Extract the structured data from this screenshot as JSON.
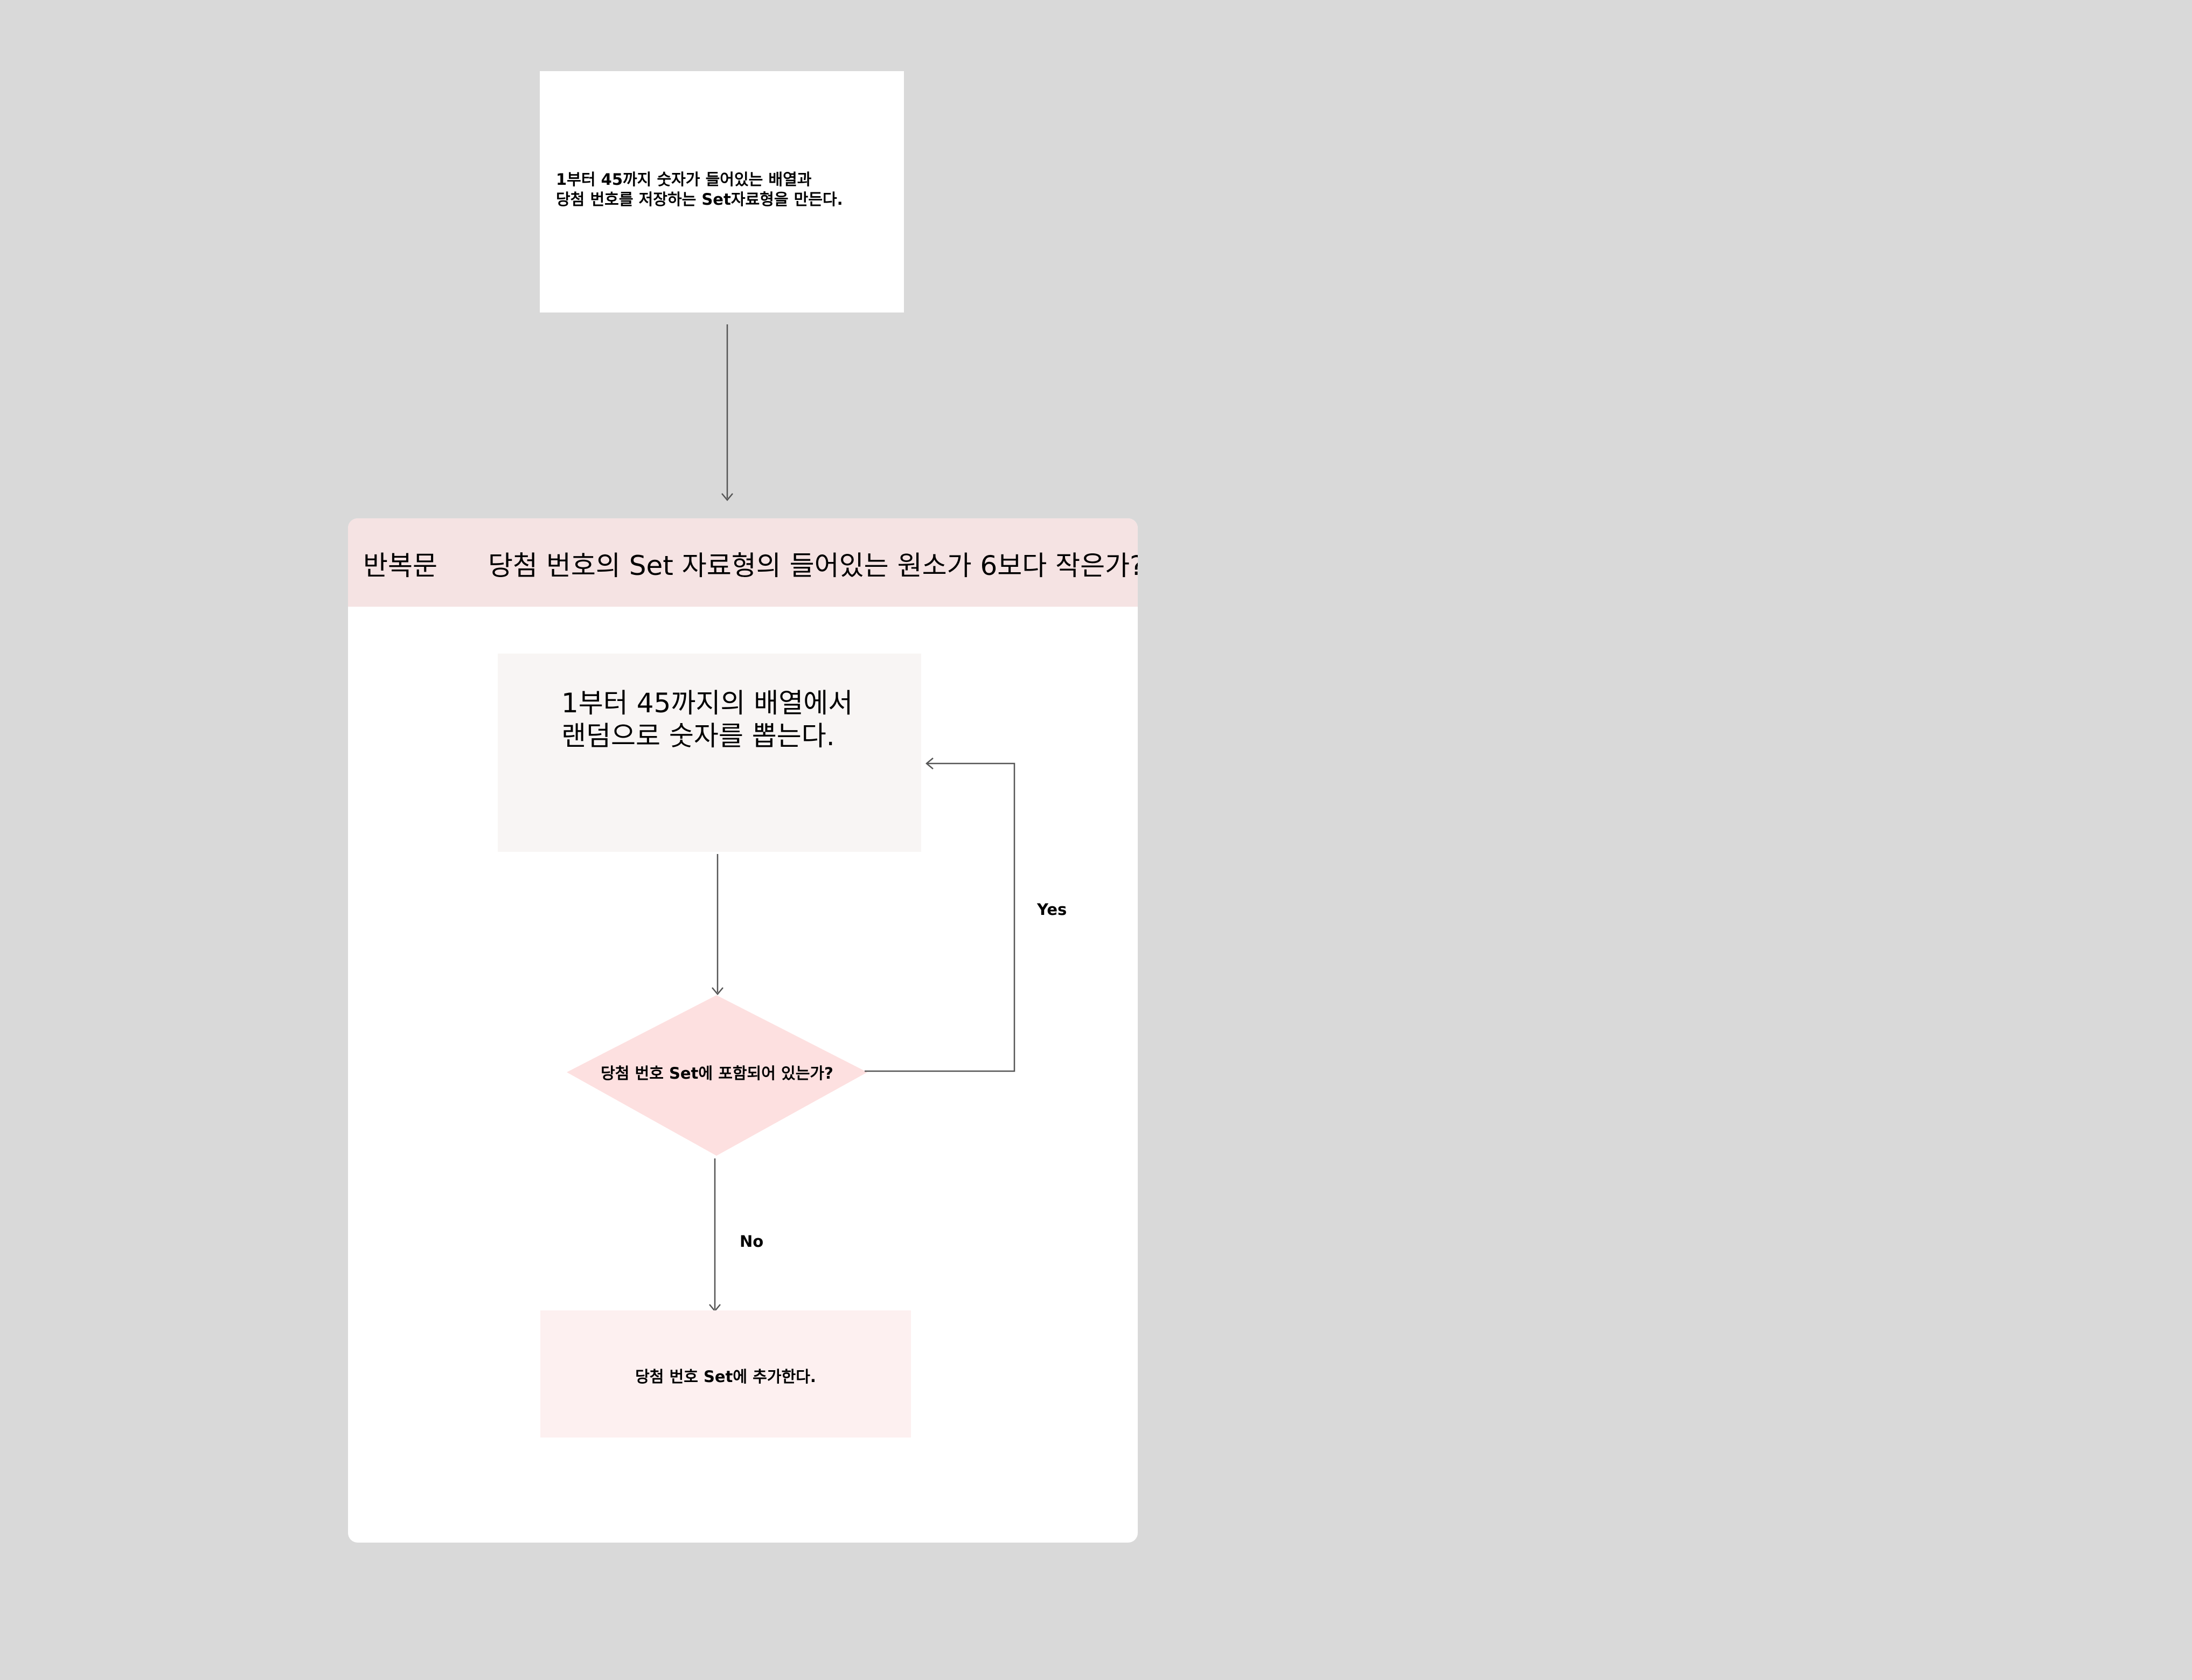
{
  "start_node": {
    "text": "1부터 45까지 숫자가 들어있는 배열과\n당첨 번호를 저장하는 Set자료형을 만든다."
  },
  "loop": {
    "label": "반복문",
    "condition": "당첨 번호의 Set 자료형의 들어있는 원소가 6보다 작은가?"
  },
  "draw_node": {
    "text": "1부터 45까지의 배열에서 랜덤으로 숫자를 뽑는다."
  },
  "decision_node": {
    "text": "당첨 번호 Set에 포함되어 있는가?"
  },
  "add_node": {
    "text": "당첨 번호 Set에 추가한다."
  },
  "edges": {
    "yes_label": "Yes",
    "no_label": "No"
  },
  "colors": {
    "canvas_background": "#d9d9d9",
    "loop_header": "#f5e3e3",
    "draw_box": "#f8f5f4",
    "decision_diamond": "#fde0e0",
    "add_box": "#fdf0f0",
    "connector": "#555555"
  }
}
